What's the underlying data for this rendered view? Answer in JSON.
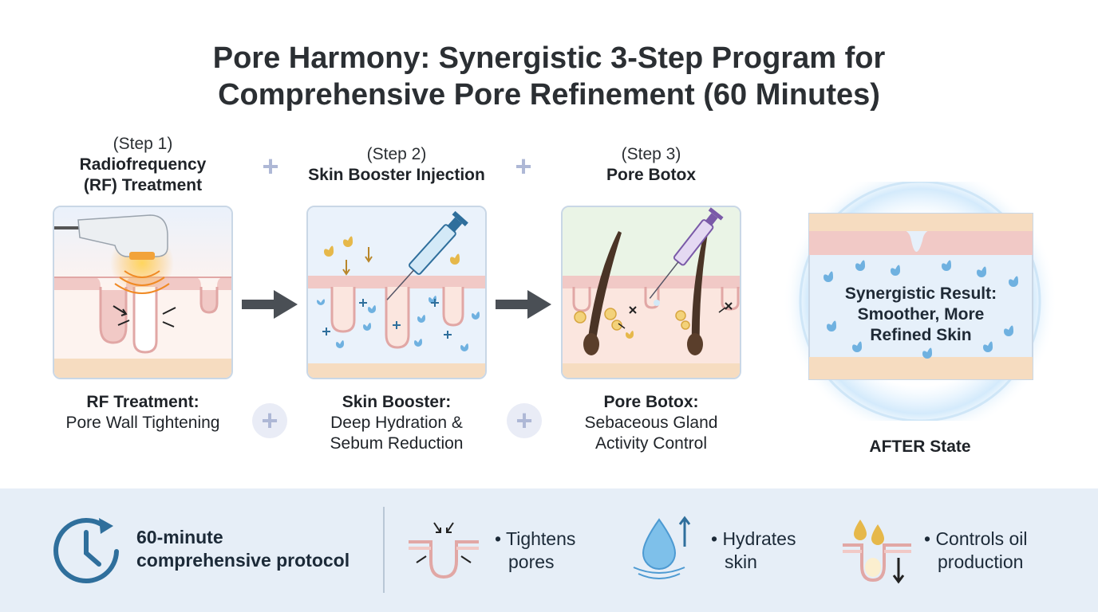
{
  "title": {
    "line1": "Pore Harmony: Synergistic 3-Step Program for",
    "line2": "Comprehensive Pore Refinement (60 Minutes)"
  },
  "steps": [
    {
      "number": "(Step 1)",
      "name_line1": "Radiofrequency",
      "name_line2": "(RF) Treatment",
      "caption_bold": "RF Treatment:",
      "caption_line1": "Pore Wall Tightening",
      "caption_line2": ""
    },
    {
      "number": "(Step 2)",
      "name_line1": "Skin Booster Injection",
      "name_line2": "",
      "caption_bold": "Skin Booster:",
      "caption_line1": "Deep Hydration &",
      "caption_line2": "Sebum Reduction"
    },
    {
      "number": "(Step 3)",
      "name_line1": "Pore Botox",
      "name_line2": "",
      "caption_bold": "Pore Botox:",
      "caption_line1": "Sebaceous Gland",
      "caption_line2": "Activity Control"
    }
  ],
  "result": {
    "line1": "Synergistic Result:",
    "line2": "Smoother, More",
    "line3": "Refined Skin",
    "label": "AFTER State"
  },
  "bottom": {
    "protocol_line1": "60-minute",
    "protocol_line2": "comprehensive protocol",
    "benefits": [
      {
        "line1": "• Tightens",
        "line2": "pores",
        "icon": "tightening-pore-icon"
      },
      {
        "line1": "• Hydrates",
        "line2": "skin",
        "icon": "water-drop-icon"
      },
      {
        "line1": "• Controls oil",
        "line2": "production",
        "icon": "oil-control-icon"
      }
    ]
  },
  "colors": {
    "skin_top": "#f1c9c6",
    "skin_body": "#fbe6df",
    "hydration": "#6fb1e0",
    "oil": "#e6b84a",
    "border": "#c9d7e6",
    "accent_blue": "#2f6f9c"
  }
}
